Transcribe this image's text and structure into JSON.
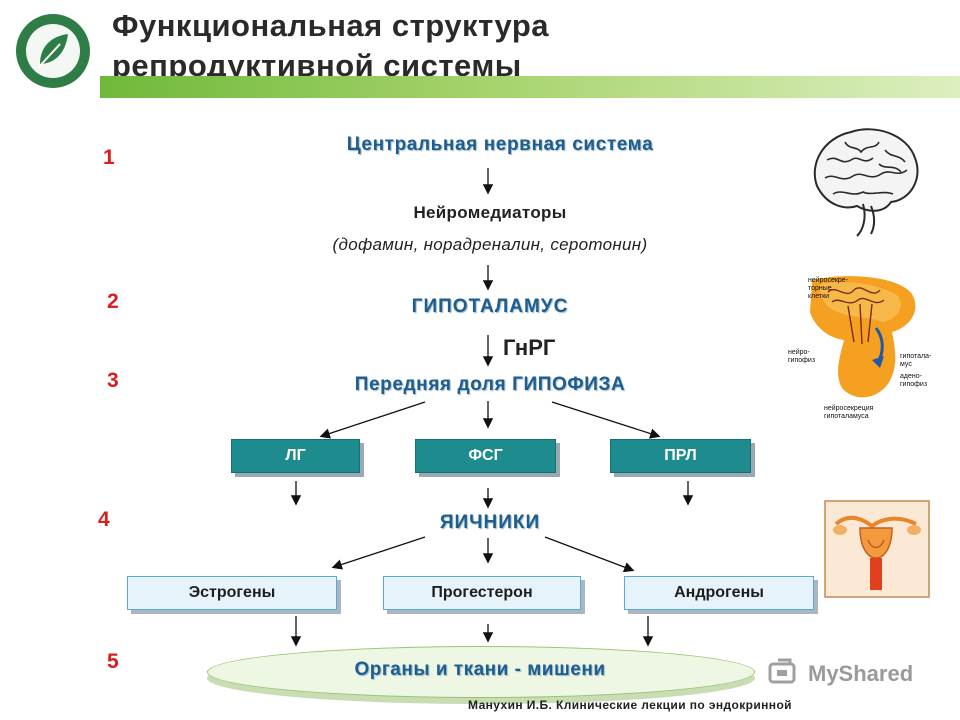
{
  "header": {
    "title_line1": "Функциональная  структура",
    "title_line2": "репродуктивной   системы"
  },
  "levels": [
    "1",
    "2",
    "3",
    "4",
    "5"
  ],
  "nodes": {
    "cns": "Центральная нервная система",
    "neuromediators": "Нейромедиаторы",
    "neuromediators_list": "(дофамин, норадреналин, серотонин)",
    "hypothalamus": "ГИПОТАЛАМУС",
    "gnrh": "ГнРГ",
    "pituitary": "Передняя доля ГИПОФИЗА",
    "lh": "ЛГ",
    "fsh": "ФСГ",
    "prl": "ПРЛ",
    "ovaries": "ЯИЧНИКИ",
    "estrogens": "Эстрогены",
    "progesterone": "Прогестерон",
    "androgens": "Андрогены",
    "targets": "Органы и ткани - мишени"
  },
  "hypothalamus_figure_labels": {
    "neurosecretory_cells": "нейросекре-\nторные\nклетки",
    "neurohypophysis": "нейро-\nгипофиз",
    "hypothalamus": "гипотала-\nмус",
    "adenohypophysis": "адено-\nгипофиз",
    "neurosecretion": "нейросекреция\nгипоталамуса"
  },
  "footer": "Манухин И.Б. Клинические лекции по эндокринной",
  "watermark": "MyShared",
  "colors": {
    "node_blue": "#1f5d8c",
    "level_red": "#d62020",
    "teal_box": "#1e8b8e",
    "header_green": "#6fb93a"
  }
}
